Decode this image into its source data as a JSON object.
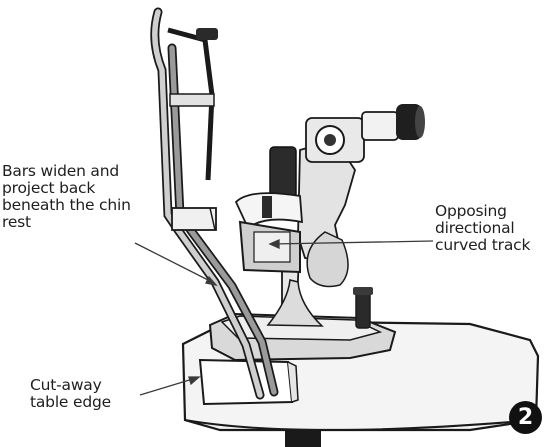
{
  "labels": {
    "bars": [
      "Bars widen and",
      "project back",
      "beneath the chin",
      "rest"
    ],
    "track": [
      "Opposing",
      "directional",
      "curved track"
    ],
    "table": [
      "Cut-away",
      "table edge"
    ]
  },
  "figure_number": "2",
  "colors": {
    "ink": "#1f1f1f",
    "frame_gray": "#c9c9c9",
    "frame_dark": "#8a8a8a",
    "badge": "#111111"
  }
}
